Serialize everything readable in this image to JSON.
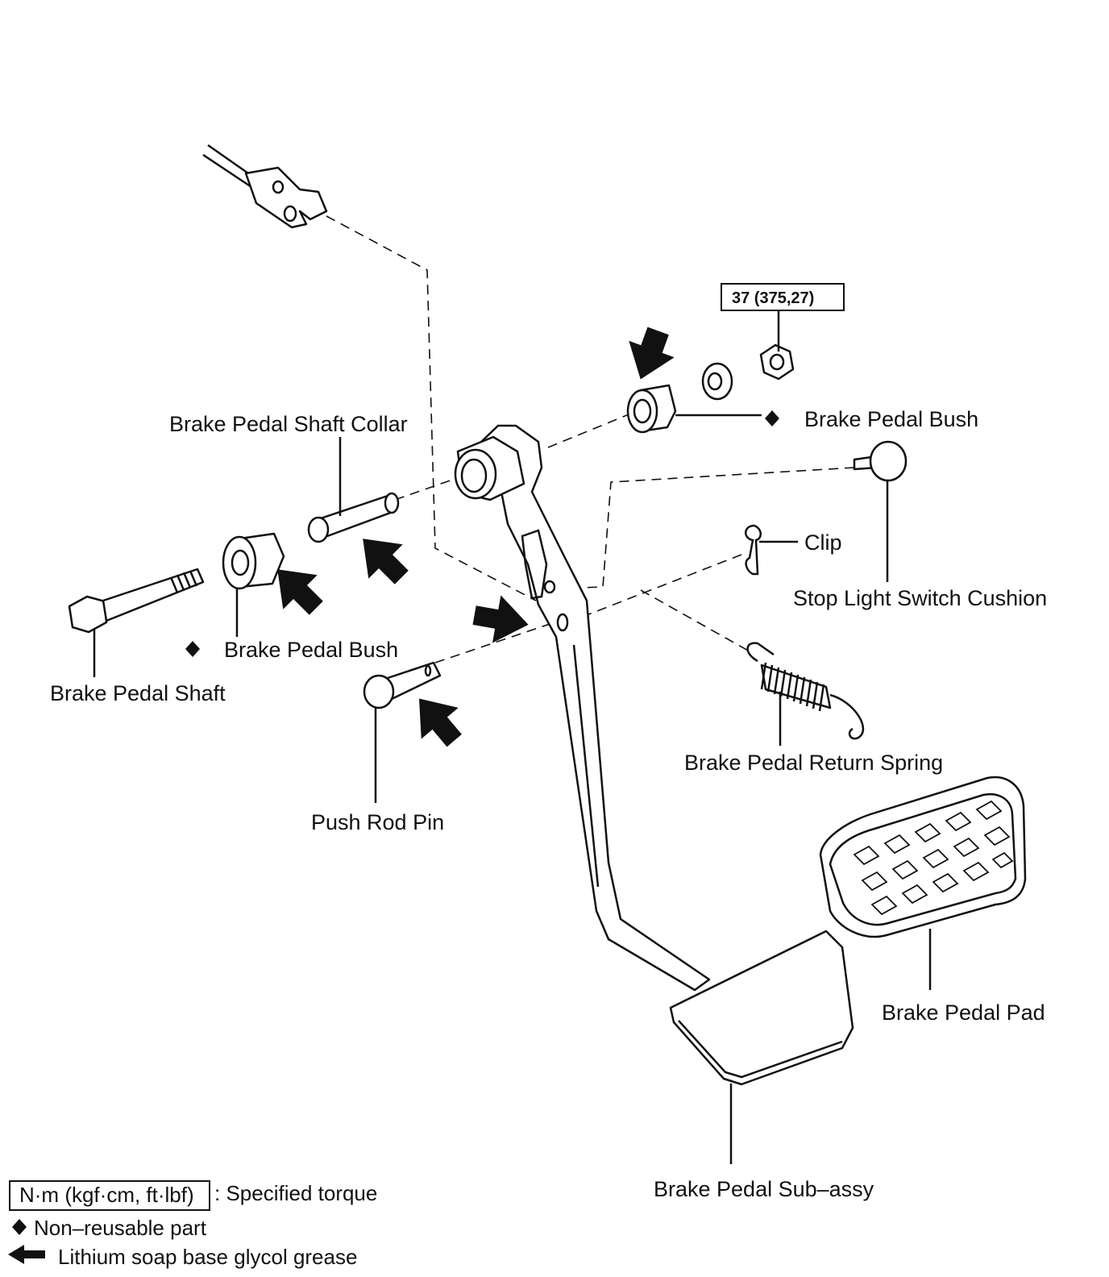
{
  "labels": {
    "shaft_collar": "Brake Pedal Shaft Collar",
    "bush_right": "Brake Pedal Bush",
    "bush_left": "Brake Pedal Bush",
    "clip": "Clip",
    "stop_light_cushion": "Stop Light Switch Cushion",
    "shaft": "Brake Pedal Shaft",
    "return_spring": "Brake Pedal Return Spring",
    "push_rod_pin": "Push Rod Pin",
    "pedal_pad": "Brake Pedal Pad",
    "pedal_sub_assy": "Brake Pedal Sub–assy"
  },
  "torque_spec": "37 (375,27)",
  "legend": {
    "torque_box": "N·m (kgf·cm, ft·lbf)",
    "torque_text": ": Specified torque",
    "non_reusable": "Non–reusable part",
    "grease": "Lithium soap base glycol grease"
  },
  "symbols": {
    "non_reusable_marker": "diamond-icon",
    "grease_marker": "arrow-left-icon"
  }
}
